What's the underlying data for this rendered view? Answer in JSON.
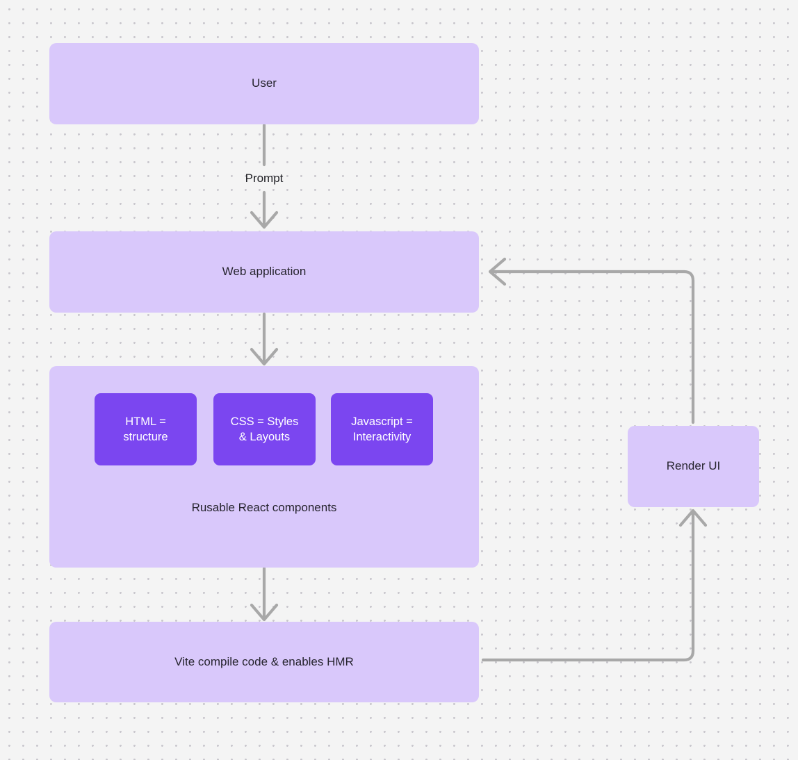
{
  "diagram": {
    "type": "flowchart",
    "background": "#f4f4f4",
    "grid": "dotted",
    "colors": {
      "node_fill_light": "#d9c8fb",
      "node_fill_strong": "#7b46f0",
      "node_text_dark": "#26242e",
      "node_text_light": "#ffffff",
      "edge_stroke": "#a8a8a8"
    },
    "nodes": [
      {
        "id": "user",
        "label": "User",
        "style": "light"
      },
      {
        "id": "web_application",
        "label": "Web application",
        "style": "light"
      },
      {
        "id": "components_group",
        "label": "",
        "style": "light"
      },
      {
        "id": "html",
        "label": "HTML =\nstructure",
        "style": "strong"
      },
      {
        "id": "css",
        "label": "CSS = Styles\n& Layouts",
        "style": "strong"
      },
      {
        "id": "javascript",
        "label": "Javascript =\nInteractivity",
        "style": "strong"
      },
      {
        "id": "components_caption",
        "label": "Rusable React components",
        "style": "caption"
      },
      {
        "id": "vite",
        "label": "Vite compile code & enables HMR",
        "style": "light"
      },
      {
        "id": "render_ui",
        "label": "Render UI",
        "style": "light"
      }
    ],
    "edges": [
      {
        "id": "user-to-web",
        "from": "user",
        "to": "web_application",
        "label": "Prompt"
      },
      {
        "id": "web-to-components",
        "from": "web_application",
        "to": "components_group",
        "label": ""
      },
      {
        "id": "components-to-vite",
        "from": "components_group",
        "to": "vite",
        "label": ""
      },
      {
        "id": "vite-to-render",
        "from": "vite",
        "to": "render_ui",
        "label": ""
      },
      {
        "id": "render-to-web",
        "from": "render_ui",
        "to": "web_application",
        "label": ""
      }
    ]
  }
}
